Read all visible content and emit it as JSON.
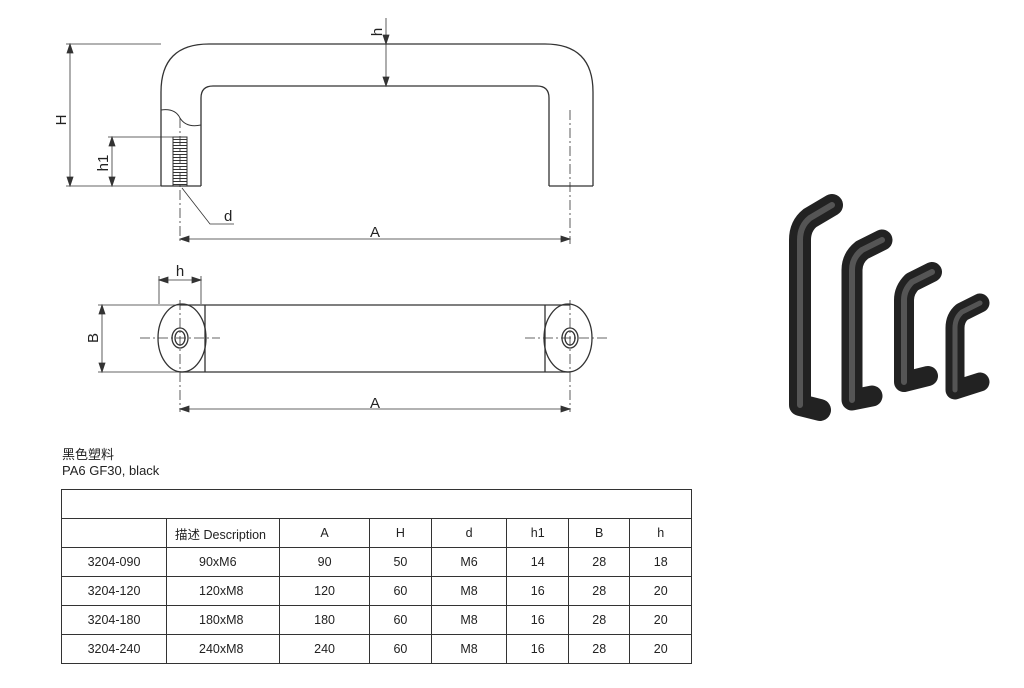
{
  "labels": {
    "h": "h",
    "H": "H",
    "h1": "h1",
    "d": "d",
    "A": "A",
    "B": "B"
  },
  "material": {
    "zh": "黑色塑料",
    "en": "PA6 GF30, black"
  },
  "table": {
    "headers": [
      "",
      "描述 Description",
      "A",
      "H",
      "d",
      "h1",
      "B",
      "h"
    ],
    "rows": [
      [
        "3204-090",
        "90xM6",
        "90",
        "50",
        "M6",
        "14",
        "28",
        "18"
      ],
      [
        "3204-120",
        "120xM8",
        "120",
        "60",
        "M8",
        "16",
        "28",
        "20"
      ],
      [
        "3204-180",
        "180xM8",
        "180",
        "60",
        "M8",
        "16",
        "28",
        "20"
      ],
      [
        "3204-240",
        "240xM8",
        "240",
        "60",
        "M8",
        "16",
        "28",
        "20"
      ]
    ]
  },
  "colors": {
    "line": "#333333",
    "handle_body": "#3a3a3a",
    "handle_highlight": "#6a6a6a"
  }
}
